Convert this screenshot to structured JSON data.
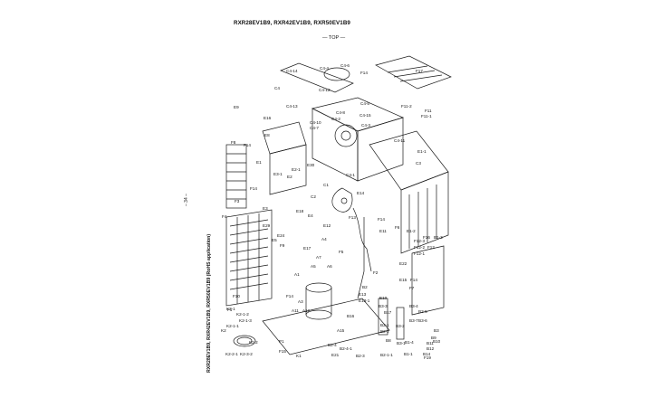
{
  "header": {
    "models": "RXR28EV1B9, RXR42EV1B9, RXR50EV1B9",
    "view_label": "— TOP —",
    "page_number": "– 34 –",
    "side_note": "RXR28EV1B9, RXR42EV1B9, RXR50EV1B9 (RoHS application)"
  },
  "parts": {
    "C4-4": "C4-4",
    "C4-14": "C4-14",
    "C4": "C4",
    "C4-6": "C4-6",
    "C4-12": "C4-12",
    "C4-13": "C4-13",
    "F14a": "F14",
    "F17": "F17",
    "C4-5": "C4-5",
    "E9": "E9",
    "C4-8": "C4-8",
    "C4-10": "C4-10",
    "C4-7": "C4-7",
    "C4-2": "C4-2",
    "C4-3": "C4-3",
    "C4-15": "C4-15",
    "F11-2": "F11-2",
    "F11": "F11",
    "F11-1": "F11-1",
    "E16": "E16",
    "E8": "E8",
    "C4-11": "C4-11",
    "F8": "F8",
    "F14b": "F14",
    "E1-1": "E1-1",
    "E1": "E1",
    "C3": "C3",
    "E2-1": "E2-1",
    "C4-1": "C4-1",
    "E2": "E2",
    "E3-1": "E3-1",
    "E30": "E30",
    "C1": "C1",
    "F3": "F3",
    "F14c": "F14",
    "E14": "E14",
    "E3": "E3",
    "C2": "C2",
    "E18": "E18",
    "E4": "E4",
    "F13": "F13",
    "F4": "F4",
    "E29": "E29",
    "E24": "E24",
    "E12": "E12",
    "F14d": "F14",
    "F6": "F6",
    "E1-2": "E1-2",
    "E5": "E5",
    "E11": "E11",
    "F9": "F9",
    "F12-3": "F12-3",
    "F12-2": "F12-2",
    "F12": "F12",
    "F12-1": "F12-1",
    "F16": "F16",
    "B1-3": "B1-3",
    "E17": "E17",
    "A4": "A4",
    "F5": "F5",
    "A7": "A7",
    "A5": "A5",
    "A6": "A6",
    "A1": "A1",
    "F2": "F2",
    "E22": "E22",
    "E15": "E15",
    "F14e": "F14",
    "F7": "F7",
    "F10": "F10",
    "F1": "F1",
    "B2": "B2",
    "B3": "B3",
    "A3": "A3",
    "A11": "A11",
    "A12": "A12",
    "E13": "E13",
    "E13-1": "E13-1",
    "B3-4": "B3-4",
    "B3-5": "B3-5",
    "B3-7": "B3-7",
    "B3-6": "B3-6",
    "K2-1": "K2-1",
    "K2-1-2": "K2-1-2",
    "K2-1-3": "K2-1-3",
    "K2": "K2",
    "K2-1-1": "K2-1-1",
    "A15": "A15",
    "B16": "B16",
    "B17": "B17",
    "B3-3": "B3-3",
    "B2-1": "B2-1",
    "B2-2": "B2-2",
    "B3-2": "B3-2",
    "B3-1": "B3-1",
    "B11": "B11",
    "B9": "B9",
    "B10": "B10",
    "B1-4": "B1-4",
    "B12": "B12",
    "B2-4-1": "B2-4-1",
    "B2-4": "B2-4",
    "P1": "P1",
    "K2-2": "K2-2",
    "K2-2-1": "K2-2-1",
    "K2-3-2": "K2-3-2",
    "F15": "F15",
    "K1": "K1",
    "E21": "E21",
    "B2-3": "B2-3",
    "B2-1-1": "B2-1-1",
    "B1-1": "B1-1",
    "B14": "B14",
    "B8": "B8",
    "F19": "F19",
    "E10": "E10",
    "F14f": "F14"
  },
  "colors": {
    "ink": "#1a1a1a",
    "paper": "#ffffff"
  }
}
